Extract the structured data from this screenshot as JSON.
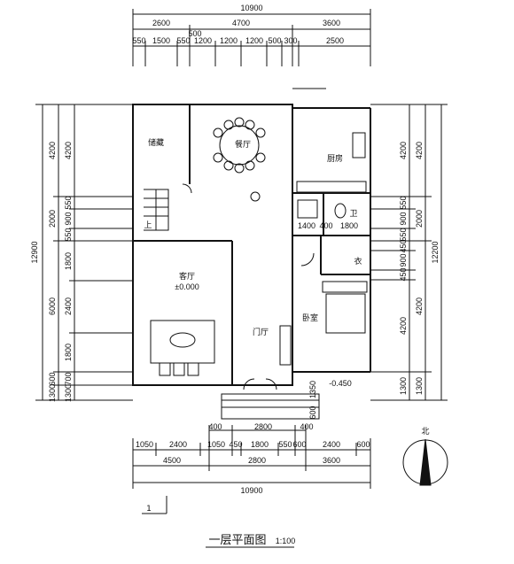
{
  "drawing": {
    "title": "一层平面图",
    "scale": "1:100",
    "section_mark": "1",
    "north_label": "北"
  },
  "rooms": {
    "storage": "储藏",
    "dining": "餐厅",
    "kitchen": "厨房",
    "bathroom": "卫",
    "stair_up": "上",
    "living": "客厅",
    "level_living": "±0.000",
    "foyer": "门厅",
    "closet": "衣",
    "bedroom": "卧室",
    "level_ext": "-0.450"
  },
  "dims_top": {
    "total": "10900",
    "r2": [
      "2600",
      "4700",
      "3600"
    ],
    "r3_small": "500",
    "r3": [
      "550",
      "1500",
      "550",
      "1200",
      "1200",
      "1200",
      "500",
      "300",
      "2500"
    ]
  },
  "dims_bottom": {
    "r1": [
      "400",
      "2800",
      "400"
    ],
    "r2": [
      "1050",
      "2400",
      "1050",
      "450",
      "1800",
      "550",
      "600",
      "2400",
      "600"
    ],
    "r3": [
      "4500",
      "2800",
      "3600"
    ],
    "total": "10900"
  },
  "dims_left": {
    "total": "12900",
    "r2": [
      "4200",
      "2000",
      "6000",
      "600",
      "1300"
    ],
    "r3": [
      "4200",
      "550",
      "900",
      "550",
      "1800",
      "2400",
      "1800",
      "700",
      "1300"
    ]
  },
  "dims_right": {
    "total": "12200",
    "r2": [
      "4200",
      "2000",
      "4200",
      "1300"
    ],
    "r3": [
      "4200",
      "550",
      "900",
      "550",
      "450",
      "900",
      "450",
      "4200",
      "1300"
    ]
  },
  "dims_interior": {
    "bath_row": [
      "1400",
      "400",
      "1800"
    ],
    "porch_right": "1350",
    "porch_step": "600"
  }
}
